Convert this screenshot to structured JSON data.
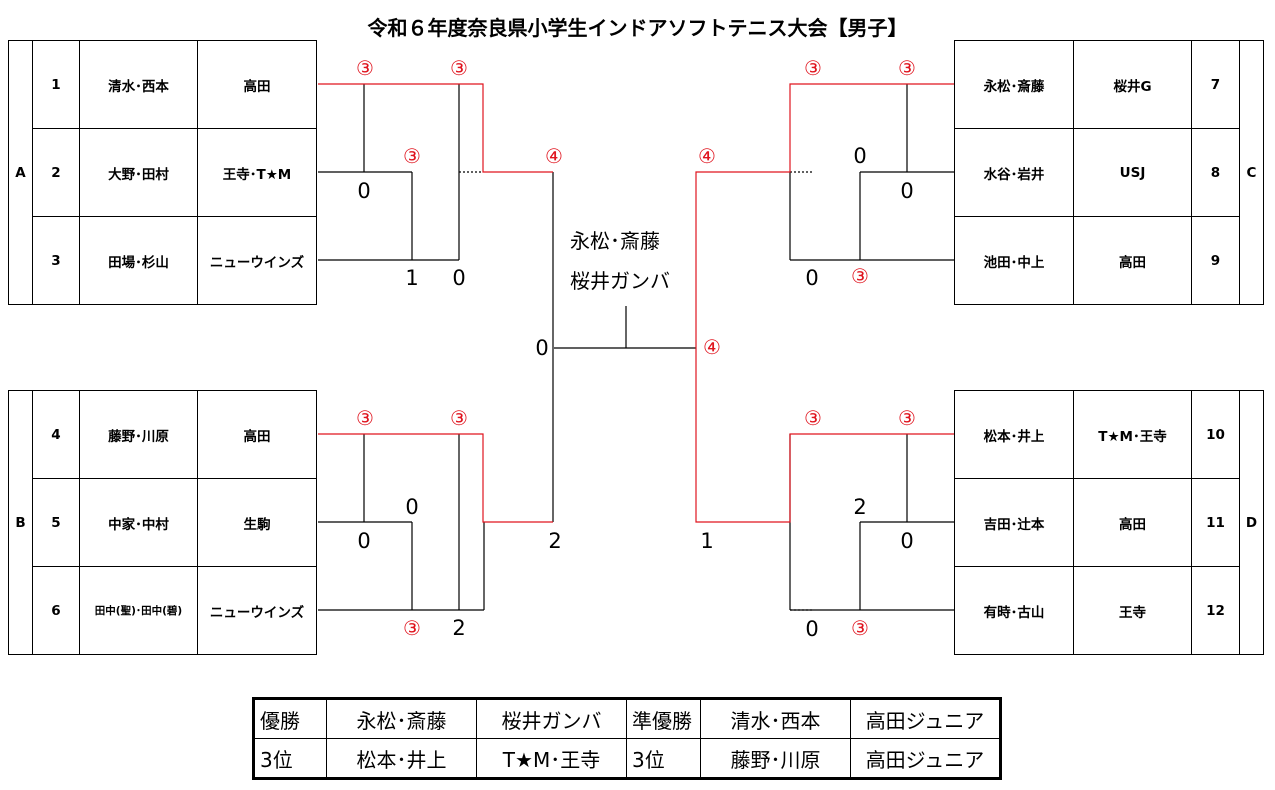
{
  "title": "令和６年度奈良県小学生インドアソフトテニス大会【男子】",
  "groups": {
    "A": {
      "label": "A",
      "rows": [
        {
          "no": "1",
          "pair": "清水･西本",
          "team": "高田"
        },
        {
          "no": "2",
          "pair": "大野･田村",
          "team": "王寺･T★M"
        },
        {
          "no": "3",
          "pair": "田場･杉山",
          "team": "ニューウインズ"
        }
      ]
    },
    "B": {
      "label": "B",
      "rows": [
        {
          "no": "4",
          "pair": "藤野･川原",
          "team": "高田"
        },
        {
          "no": "5",
          "pair": "中家･中村",
          "team": "生駒"
        },
        {
          "no": "6",
          "pair": "田中(聖)･田中(碧)",
          "team": "ニューウインズ"
        }
      ]
    },
    "C": {
      "label": "C",
      "rows": [
        {
          "no": "7",
          "pair": "永松･斎藤",
          "team": "桜井G"
        },
        {
          "no": "8",
          "pair": "水谷･岩井",
          "team": "USJ"
        },
        {
          "no": "9",
          "pair": "池田･中上",
          "team": "高田"
        }
      ]
    },
    "D": {
      "label": "D",
      "rows": [
        {
          "no": "10",
          "pair": "松本･井上",
          "team": "T★M･王寺"
        },
        {
          "no": "11",
          "pair": "吉田･辻本",
          "team": "高田"
        },
        {
          "no": "12",
          "pair": "有時･古山",
          "team": "王寺"
        }
      ]
    }
  },
  "scores": {
    "a1": "③",
    "a2": "③",
    "a3": "③",
    "a4": "0",
    "a5": "1",
    "a6": "0",
    "b1": "③",
    "b2": "③",
    "b3": "0",
    "b4": "0",
    "b5": "③",
    "b6": "2",
    "c1": "③",
    "c2": "③",
    "c3": "0",
    "c4": "0",
    "c5": "0",
    "c6": "③",
    "d1": "③",
    "d2": "③",
    "d3": "2",
    "d4": "0",
    "d5": "0",
    "d6": "③",
    "semi_top_left": "④",
    "semi_top_right": "④",
    "semi_bottom_left": "2",
    "semi_bottom_right": "1",
    "final_left": "0",
    "final_right": "④"
  },
  "champion": {
    "pair": "永松･斎藤",
    "team": "桜井ガンバ"
  },
  "results": [
    [
      "優勝",
      "永松･斎藤",
      "桜井ガンバ",
      "準優勝",
      "清水･西本",
      "高田ジュニア"
    ],
    [
      "3位",
      "松本･井上",
      "T★M･王寺",
      "3位",
      "藤野･川原",
      "高田ジュニア"
    ]
  ],
  "colors": {
    "winner_line": "#e0141e",
    "line": "#000000"
  }
}
